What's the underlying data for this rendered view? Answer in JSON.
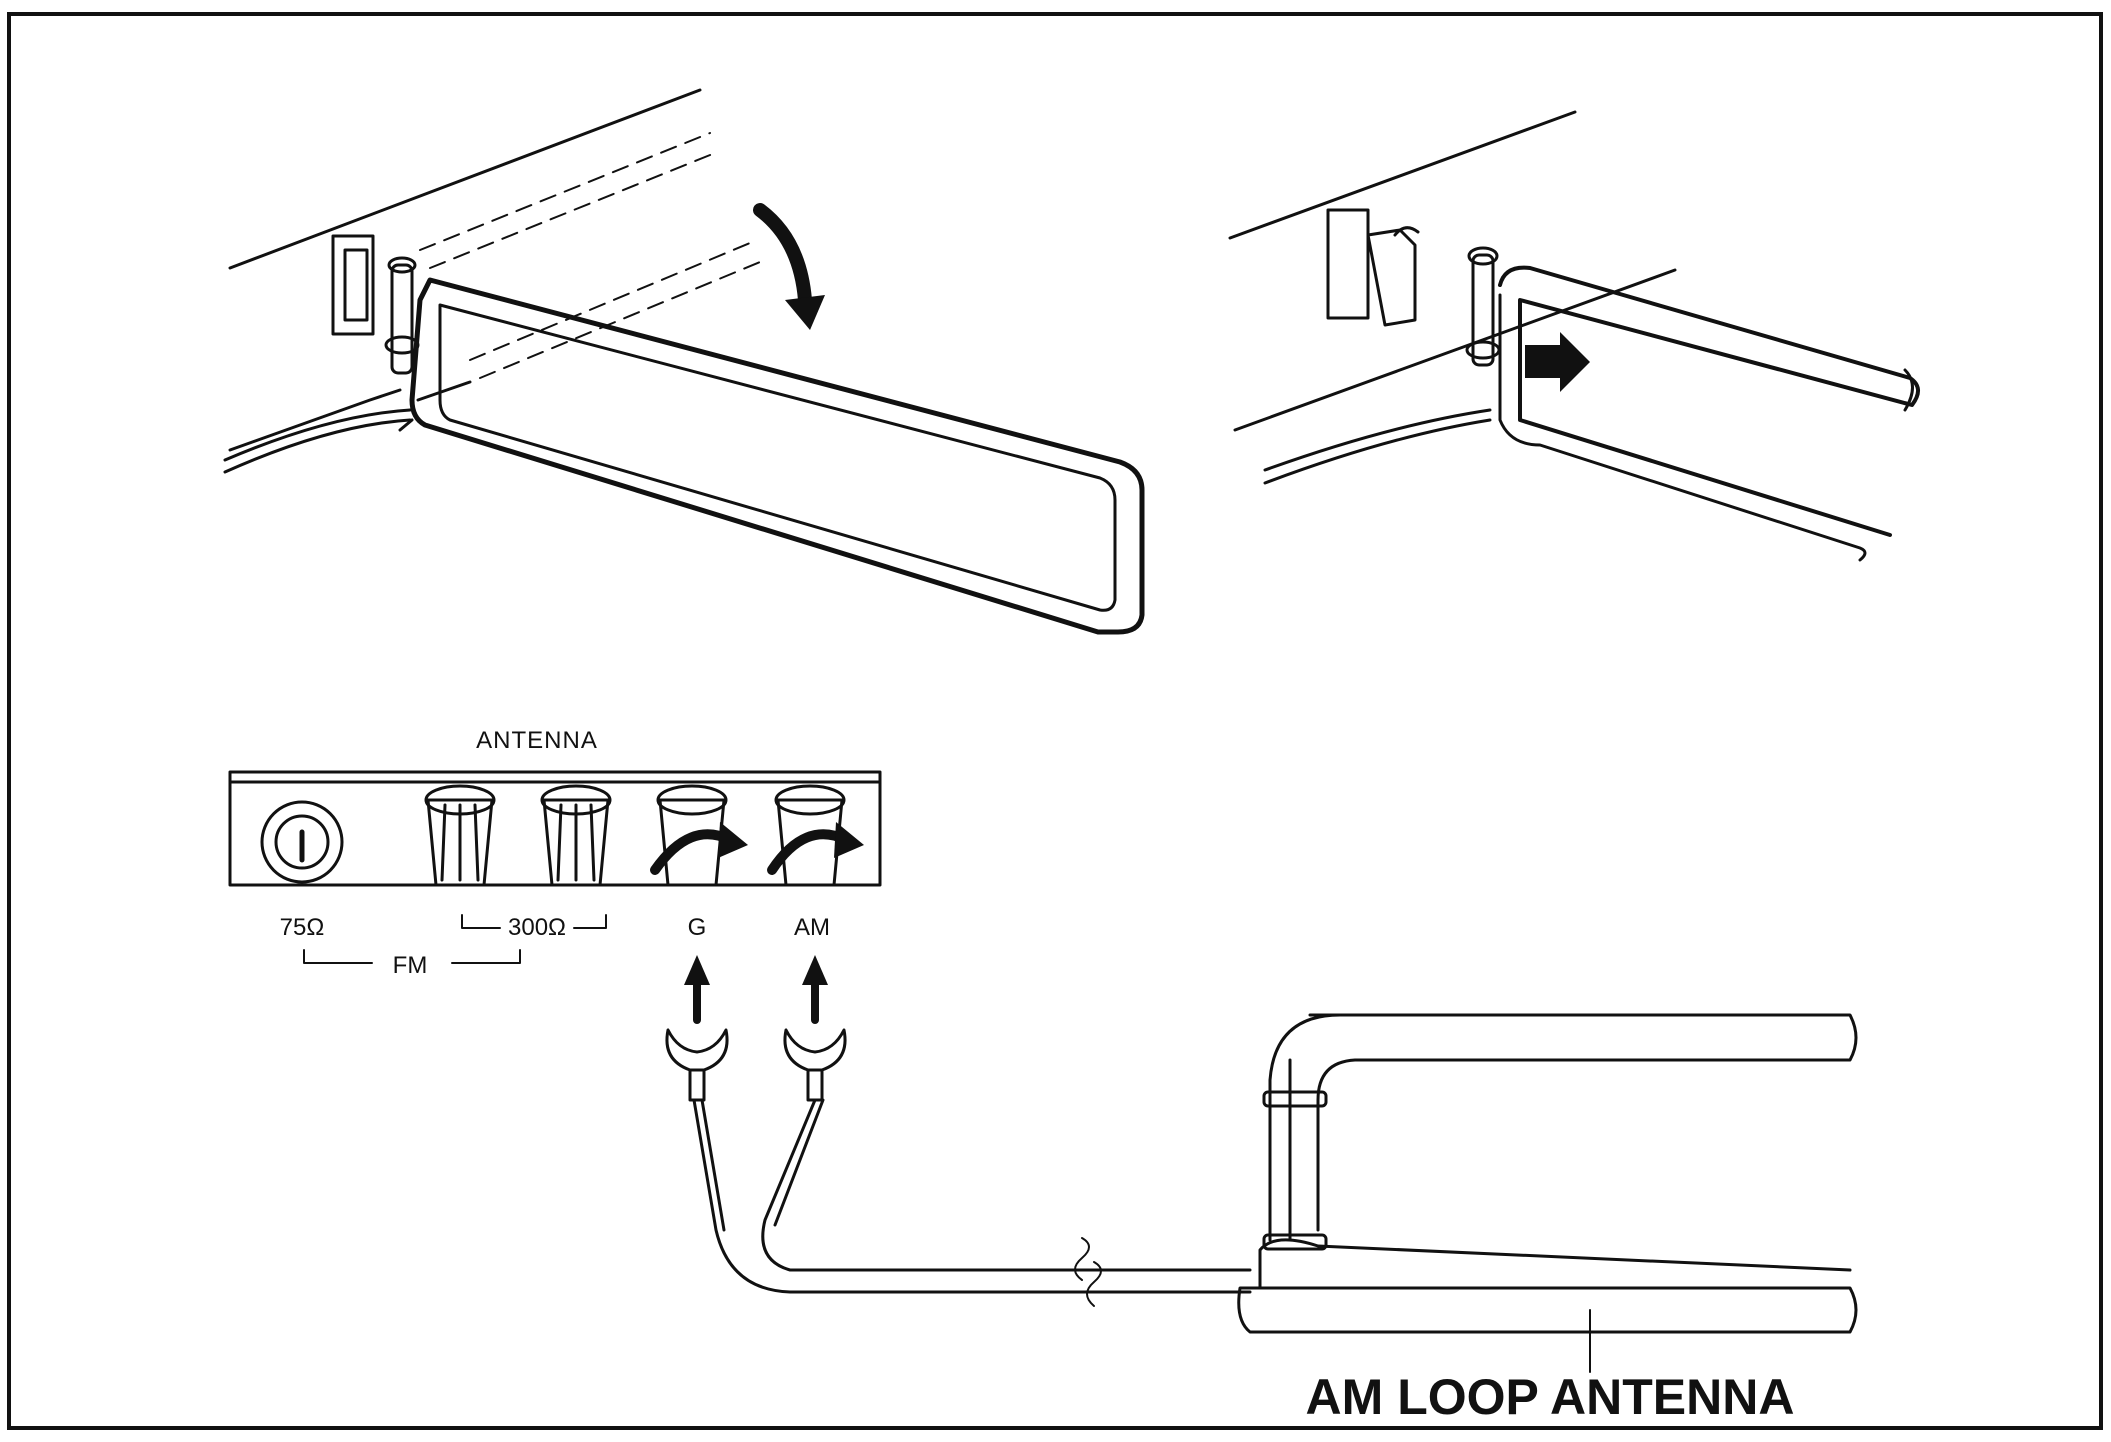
{
  "panel_label": "ANTENNA",
  "terminals": [
    {
      "label": "75Ω",
      "name": "75-ohm-terminal"
    },
    {
      "label": "300Ω",
      "name": "300-ohm-terminal-pair"
    },
    {
      "label": "G",
      "name": "g-terminal"
    },
    {
      "label": "AM",
      "name": "am-terminal"
    }
  ],
  "fm_group_label": "FM",
  "antenna_label": "AM LOOP ANTENNA",
  "colors": {
    "ink": "#111111",
    "paper": "#ffffff"
  }
}
